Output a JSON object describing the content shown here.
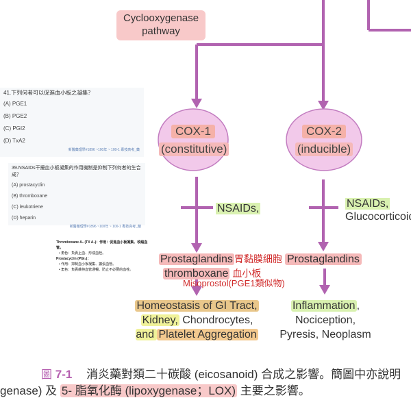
{
  "diagram": {
    "pathway": {
      "line1": "Cyclooxygenase",
      "line2": "pathway"
    },
    "cox1": {
      "name": "COX-1",
      "sub": "(constitutive)"
    },
    "cox2": {
      "name": "COX-2",
      "sub": "(inducible)"
    },
    "inhibitors_left": "NSAIDs,",
    "inhibitors_right": {
      "line1": "NSAIDs,",
      "line2": "Glucocorticoids"
    },
    "products_left": {
      "prostaglandins": "Prostaglandins",
      "prostaglandins_note": "胃黏膜細胞",
      "thromboxane": "thromboxane",
      "thromboxane_note": "血小板",
      "misoprostol_note": "Misoprostol(PGE1類似物)"
    },
    "products_right": "Prostaglandins",
    "outcomes_left": {
      "line1": "Homeostasis of GI Tract,",
      "line2_a": "Kidney,",
      "line2_b": " Chondrocytes,",
      "line3_a": "and ",
      "line3_b": "Platelet Aggregation"
    },
    "outcomes_right": {
      "line1": "Inflammation",
      "line1_tail": ",",
      "line2": "Nociception,",
      "line3": "Pyresis, Neoplasm"
    }
  },
  "quiz": {
    "q41": {
      "question": "41.下列何者可以促進血小板之凝集？",
      "options": [
        "(A) PGE1",
        "(B) PGE2",
        "(C) PGI2",
        "(D) TxA2"
      ],
      "source": "新醫藥理學#1896 ~100年 ~ 100-1 專技高考_藥"
    },
    "q39": {
      "question": "39.NSAIDs干擾血小板凝集的作用機制是抑制下列何者的生合成？",
      "options": [
        "(A) prostacyclin",
        "(B) thromboxane",
        "(C) leukotriene",
        "(D) heparin"
      ],
      "source": "新醫藥理學#1896 ~100年 ~ 100-1 專技高考_藥"
    }
  },
  "notes": {
    "line1": "Thromboxane A₂ (TX A₂)：作用：促進血小板凝集、收縮血管。",
    "line2": "• 角色：負責止血、形成血栓。",
    "line3": "Prostacyclin (PGI₂)：",
    "line4": "• 作用：抑制血小板凝集、擴張血管。",
    "line5": "• 角色：負責維持血管通暢、防止不必要的血栓。"
  },
  "caption": {
    "figure_label": "7-1",
    "line1": "消炎藥對類二十碳酸 (eicosanoid) 合成之影響。簡圖中亦說明",
    "line2_a": "genase) 及 ",
    "line2_b": "5- 脂氧化酶 (lipoxygenase；LOX)",
    "line2_c": " 主要之影響。"
  },
  "colors": {
    "arrow": "#b163b0",
    "ellipse_fill": "#f2c9ea",
    "ellipse_stroke": "#c27cc0",
    "highlight_pink": "#f8c9c9",
    "highlight_yellow": "#f0f29a",
    "highlight_green": "#d9f1b0",
    "note_red": "#d02a2a"
  }
}
